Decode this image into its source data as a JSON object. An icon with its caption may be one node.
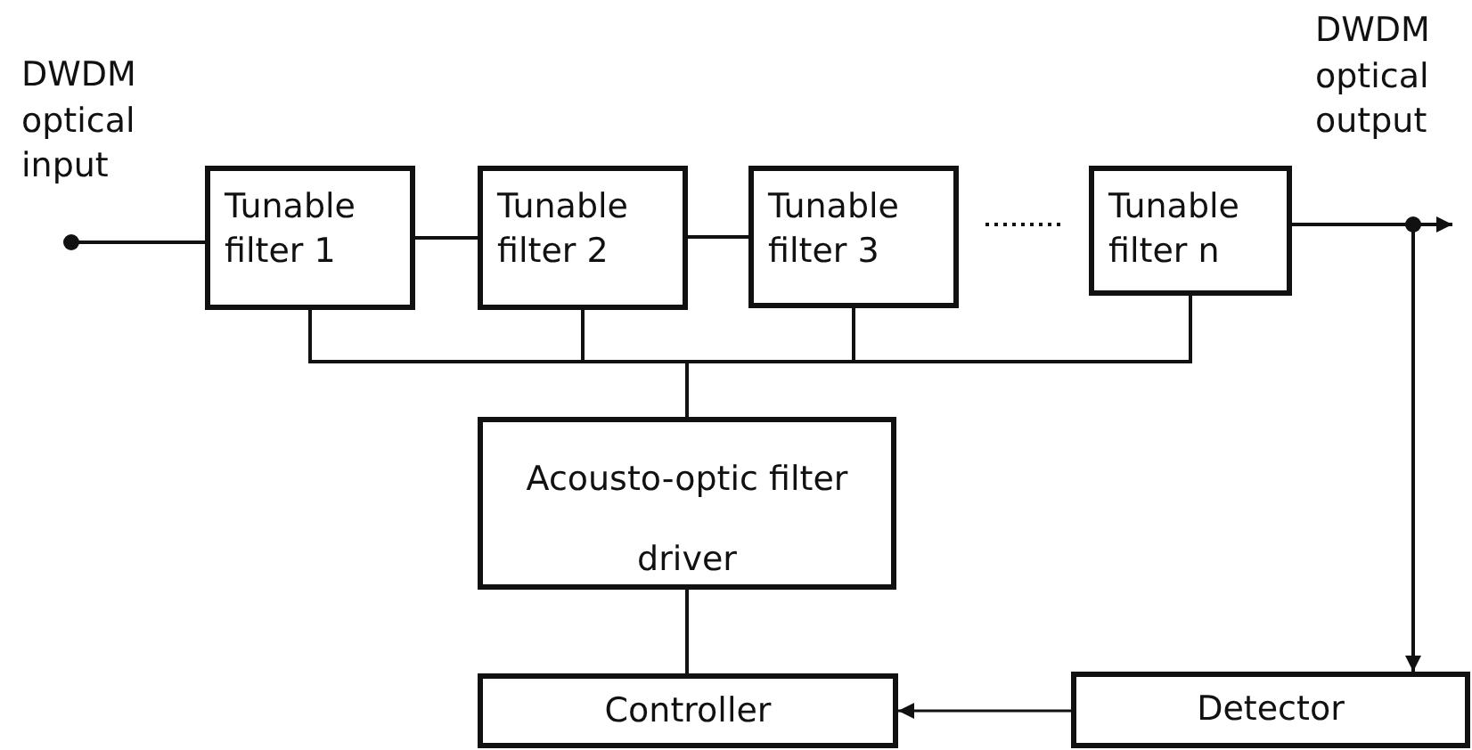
{
  "diagram": {
    "nodes": [
      {
        "text": [
          "DWDM optical input"
        ]
      },
      {
        "text": [
          "Tunable filter 1"
        ]
      },
      {
        "text": [
          "Tunable filter 2"
        ]
      },
      {
        "text": [
          "Tunable filter 3"
        ]
      },
      {
        "text": [
          "Tunable filter n"
        ]
      },
      {
        "text": [
          "DWDM optical output"
        ]
      },
      {
        "text": [
          "Acousto-optic filter driver"
        ]
      },
      {
        "text": [
          "Controller"
        ]
      },
      {
        "text": [
          "Detector"
        ]
      }
    ],
    "edges": [
      {
        "from": 0,
        "to": 1,
        "arrow": "other"
      },
      {
        "from": 1,
        "to": 2,
        "arrow": "none"
      },
      {
        "from": 2,
        "to": 3,
        "arrow": "none"
      },
      {
        "from": 4,
        "to": 5,
        "arrow": "to"
      },
      {
        "from": 4,
        "to": 8,
        "arrow": "to"
      },
      {
        "from": 1,
        "to": 6,
        "arrow": "none"
      },
      {
        "from": 2,
        "to": 6,
        "arrow": "none"
      },
      {
        "from": 3,
        "to": 6,
        "arrow": "none"
      },
      {
        "from": 4,
        "to": 6,
        "arrow": "none"
      },
      {
        "from": 6,
        "to": 7,
        "arrow": "none"
      },
      {
        "from": 8,
        "to": 7,
        "arrow": "to"
      }
    ]
  }
}
